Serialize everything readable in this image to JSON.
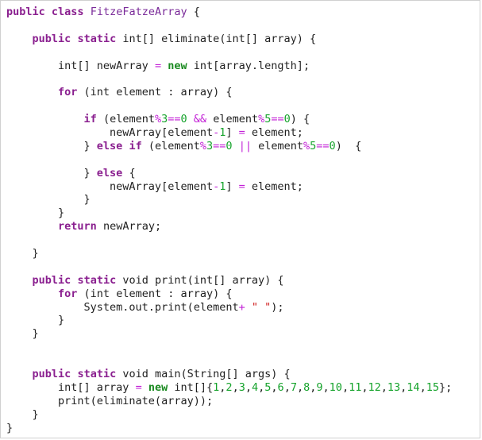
{
  "editor": {
    "lines": [
      [
        {
          "t": "kw",
          "v": "public"
        },
        {
          "t": "plain",
          "v": " "
        },
        {
          "t": "kw",
          "v": "class"
        },
        {
          "t": "plain",
          "v": " "
        },
        {
          "t": "cls",
          "v": "FitzeFatzeArray"
        },
        {
          "t": "plain",
          "v": " {"
        }
      ],
      [],
      [
        {
          "t": "plain",
          "v": "    "
        },
        {
          "t": "kw",
          "v": "public"
        },
        {
          "t": "plain",
          "v": " "
        },
        {
          "t": "kw",
          "v": "static"
        },
        {
          "t": "plain",
          "v": " int[] eliminate(int[] array) {"
        }
      ],
      [],
      [
        {
          "t": "plain",
          "v": "        int[] newArray "
        },
        {
          "t": "op",
          "v": "="
        },
        {
          "t": "plain",
          "v": " "
        },
        {
          "t": "kw-green",
          "v": "new"
        },
        {
          "t": "plain",
          "v": " int[array.length];"
        }
      ],
      [],
      [
        {
          "t": "plain",
          "v": "        "
        },
        {
          "t": "kw",
          "v": "for"
        },
        {
          "t": "plain",
          "v": " (int element : array) {"
        }
      ],
      [],
      [
        {
          "t": "plain",
          "v": "            "
        },
        {
          "t": "kw",
          "v": "if"
        },
        {
          "t": "plain",
          "v": " (element"
        },
        {
          "t": "op",
          "v": "%"
        },
        {
          "t": "num",
          "v": "3"
        },
        {
          "t": "op",
          "v": "=="
        },
        {
          "t": "num",
          "v": "0"
        },
        {
          "t": "plain",
          "v": " "
        },
        {
          "t": "op",
          "v": "&&"
        },
        {
          "t": "plain",
          "v": " element"
        },
        {
          "t": "op",
          "v": "%"
        },
        {
          "t": "num",
          "v": "5"
        },
        {
          "t": "op",
          "v": "=="
        },
        {
          "t": "num",
          "v": "0"
        },
        {
          "t": "plain",
          "v": ") {"
        }
      ],
      [
        {
          "t": "plain",
          "v": "                newArray[element"
        },
        {
          "t": "op",
          "v": "-"
        },
        {
          "t": "num",
          "v": "1"
        },
        {
          "t": "plain",
          "v": "] "
        },
        {
          "t": "op",
          "v": "="
        },
        {
          "t": "plain",
          "v": " element;"
        }
      ],
      [
        {
          "t": "plain",
          "v": "            } "
        },
        {
          "t": "kw",
          "v": "else"
        },
        {
          "t": "plain",
          "v": " "
        },
        {
          "t": "kw",
          "v": "if"
        },
        {
          "t": "plain",
          "v": " (element"
        },
        {
          "t": "op",
          "v": "%"
        },
        {
          "t": "num",
          "v": "3"
        },
        {
          "t": "op",
          "v": "=="
        },
        {
          "t": "num",
          "v": "0"
        },
        {
          "t": "plain",
          "v": " "
        },
        {
          "t": "op",
          "v": "||"
        },
        {
          "t": "plain",
          "v": " element"
        },
        {
          "t": "op",
          "v": "%"
        },
        {
          "t": "num",
          "v": "5"
        },
        {
          "t": "op",
          "v": "=="
        },
        {
          "t": "num",
          "v": "0"
        },
        {
          "t": "plain",
          "v": ")  {"
        }
      ],
      [],
      [
        {
          "t": "plain",
          "v": "            } "
        },
        {
          "t": "kw",
          "v": "else"
        },
        {
          "t": "plain",
          "v": " {"
        }
      ],
      [
        {
          "t": "plain",
          "v": "                newArray[element"
        },
        {
          "t": "op",
          "v": "-"
        },
        {
          "t": "num",
          "v": "1"
        },
        {
          "t": "plain",
          "v": "] "
        },
        {
          "t": "op",
          "v": "="
        },
        {
          "t": "plain",
          "v": " element;"
        }
      ],
      [
        {
          "t": "plain",
          "v": "            }"
        }
      ],
      [
        {
          "t": "plain",
          "v": "        }"
        }
      ],
      [
        {
          "t": "plain",
          "v": "        "
        },
        {
          "t": "kw",
          "v": "return"
        },
        {
          "t": "plain",
          "v": " newArray;"
        }
      ],
      [],
      [
        {
          "t": "plain",
          "v": "    }"
        }
      ],
      [],
      [
        {
          "t": "plain",
          "v": "    "
        },
        {
          "t": "kw",
          "v": "public"
        },
        {
          "t": "plain",
          "v": " "
        },
        {
          "t": "kw",
          "v": "static"
        },
        {
          "t": "plain",
          "v": " void print(int[] array) {"
        }
      ],
      [
        {
          "t": "plain",
          "v": "        "
        },
        {
          "t": "kw",
          "v": "for"
        },
        {
          "t": "plain",
          "v": " (int element : array) {"
        }
      ],
      [
        {
          "t": "plain",
          "v": "            System.out.print(element"
        },
        {
          "t": "op",
          "v": "+"
        },
        {
          "t": "plain",
          "v": " "
        },
        {
          "t": "str",
          "v": "\" \""
        },
        {
          "t": "plain",
          "v": ");"
        }
      ],
      [
        {
          "t": "plain",
          "v": "        }"
        }
      ],
      [
        {
          "t": "plain",
          "v": "    }"
        }
      ],
      [],
      [],
      [
        {
          "t": "plain",
          "v": "    "
        },
        {
          "t": "kw",
          "v": "public"
        },
        {
          "t": "plain",
          "v": " "
        },
        {
          "t": "kw",
          "v": "static"
        },
        {
          "t": "plain",
          "v": " void main(String[] args) {"
        }
      ],
      [
        {
          "t": "plain",
          "v": "        int[] array "
        },
        {
          "t": "op",
          "v": "="
        },
        {
          "t": "plain",
          "v": " "
        },
        {
          "t": "kw-green",
          "v": "new"
        },
        {
          "t": "plain",
          "v": " int[]{"
        },
        {
          "t": "num",
          "v": "1"
        },
        {
          "t": "plain",
          "v": ","
        },
        {
          "t": "num",
          "v": "2"
        },
        {
          "t": "plain",
          "v": ","
        },
        {
          "t": "num",
          "v": "3"
        },
        {
          "t": "plain",
          "v": ","
        },
        {
          "t": "num",
          "v": "4"
        },
        {
          "t": "plain",
          "v": ","
        },
        {
          "t": "num",
          "v": "5"
        },
        {
          "t": "plain",
          "v": ","
        },
        {
          "t": "num",
          "v": "6"
        },
        {
          "t": "plain",
          "v": ","
        },
        {
          "t": "num",
          "v": "7"
        },
        {
          "t": "plain",
          "v": ","
        },
        {
          "t": "num",
          "v": "8"
        },
        {
          "t": "plain",
          "v": ","
        },
        {
          "t": "num",
          "v": "9"
        },
        {
          "t": "plain",
          "v": ","
        },
        {
          "t": "num",
          "v": "10"
        },
        {
          "t": "plain",
          "v": ","
        },
        {
          "t": "num",
          "v": "11"
        },
        {
          "t": "plain",
          "v": ","
        },
        {
          "t": "num",
          "v": "12"
        },
        {
          "t": "plain",
          "v": ","
        },
        {
          "t": "num",
          "v": "13"
        },
        {
          "t": "plain",
          "v": ","
        },
        {
          "t": "num",
          "v": "14"
        },
        {
          "t": "plain",
          "v": ","
        },
        {
          "t": "num",
          "v": "15"
        },
        {
          "t": "plain",
          "v": "};"
        }
      ],
      [
        {
          "t": "plain",
          "v": "        print(eliminate(array));"
        }
      ],
      [
        {
          "t": "plain",
          "v": "    }"
        }
      ],
      [
        {
          "t": "plain",
          "v": "}"
        }
      ]
    ]
  },
  "theme": {
    "keyword": "#8a1f8f",
    "keyword_new": "#1a8a20",
    "operator": "#c21fd6",
    "number": "#16a32c",
    "class_name": "#7a2a99",
    "string": "#d01f1f",
    "text": "#1f1f1f",
    "background": "#ffffff",
    "border": "#d0d0d0"
  }
}
